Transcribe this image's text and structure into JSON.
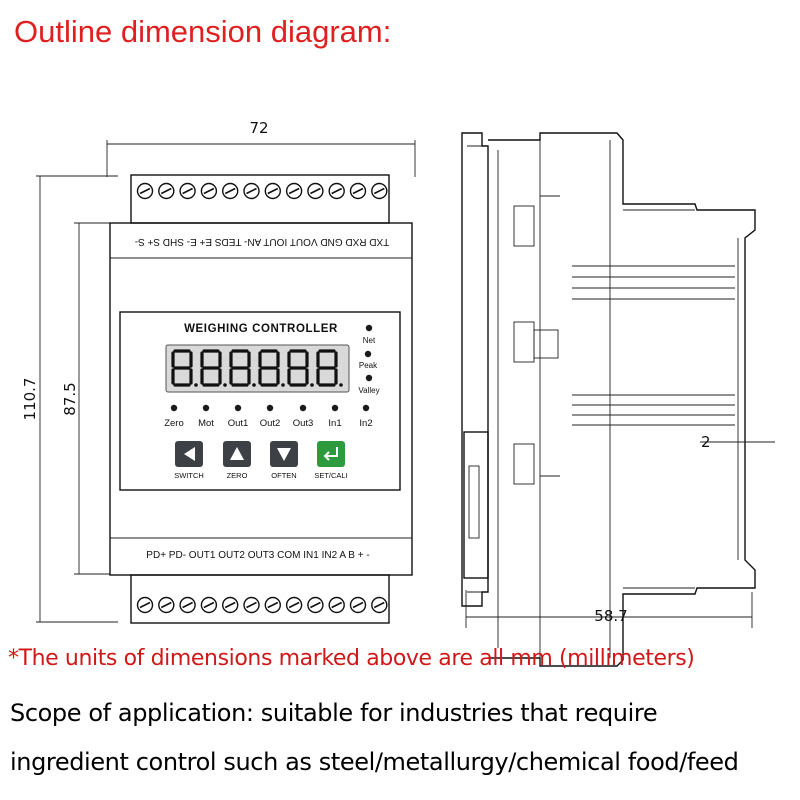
{
  "heading": "Outline dimension diagram:",
  "dimensions": {
    "width": "72",
    "height_total": "110.7",
    "height_body": "87.5",
    "depth": "58.7",
    "step": "2"
  },
  "front_panel": {
    "title": "WEIGHING CONTROLLER",
    "top_terminals": "TXD RXD GND VOUT IOUT AN- TEDS E+ E- SHD S+ S-",
    "bottom_terminals": "PD+ PD- OUT1 OUT2 OUT3 COM IN1 IN2 A B + -",
    "side_leds": [
      "Net",
      "Peak",
      "Valley"
    ],
    "status_leds": [
      "Zero",
      "Mot",
      "Out1",
      "Out2",
      "Out3",
      "In1",
      "In2"
    ],
    "buttons": [
      {
        "label": "SWITCH",
        "icon": "triangle-left-icon",
        "color": "#3d4045"
      },
      {
        "label": "ZERO",
        "icon": "triangle-up-icon",
        "color": "#3d4045"
      },
      {
        "label": "OFTEN",
        "icon": "triangle-down-icon",
        "color": "#3d4045"
      },
      {
        "label": "SET/CALI",
        "icon": "enter-arrow-icon",
        "color": "#2e9a3e"
      }
    ]
  },
  "note": "*The units of dimensions marked above are all mm (millimeters)",
  "scope_line1": "Scope of application: suitable for industries that require",
  "scope_line2": "ingredient control such as steel/metallurgy/chemical food/feed",
  "colors": {
    "heading": "#e02020",
    "note": "#d01818"
  }
}
